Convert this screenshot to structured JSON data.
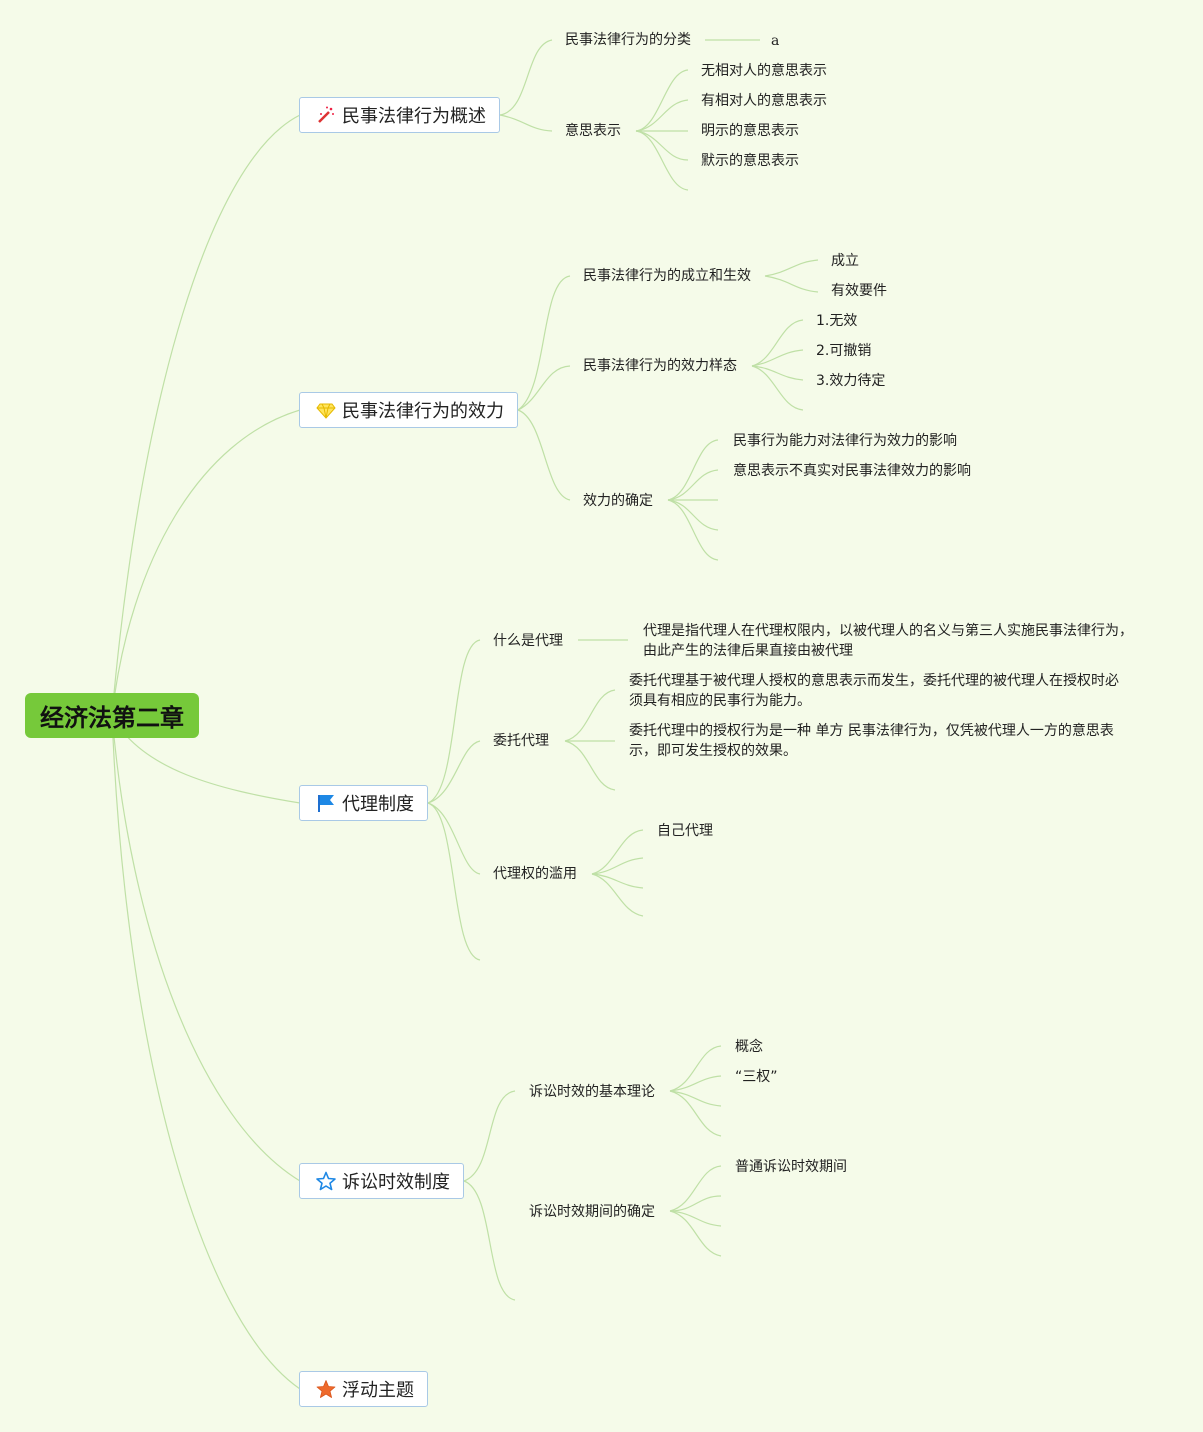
{
  "root": {
    "label": "经济法第二章"
  },
  "branches": {
    "b1": {
      "label": "民事法律行为概述",
      "icon": "wand-icon",
      "c1": "民事法律行为的分类",
      "c1a": "a",
      "c2": "意思表示",
      "c2_items": [
        "无相对人的意思表示",
        "有相对人的意思表示",
        "明示的意思表示",
        "默示的意思表示"
      ]
    },
    "b2": {
      "label": "民事法律行为的效力",
      "icon": "diamond-icon",
      "c1": "民事法律行为的成立和生效",
      "c1_items": [
        "成立",
        "有效要件"
      ],
      "c2": "民事法律行为的效力样态",
      "c2_items": [
        "1.无效",
        "2.可撤销",
        "3.效力待定"
      ],
      "c3": "效力的确定",
      "c3_items": [
        "民事行为能力对法律行为效力的影响",
        "意思表示不真实对民事法律效力的影响"
      ]
    },
    "b3": {
      "label": "代理制度",
      "icon": "flag-icon",
      "c1": "什么是代理",
      "c1_text": [
        "代理是指代理人在代理权限内，以被代理人的名义与第三人实施民事法律行为，",
        "由此产生的法律后果直接由被代理"
      ],
      "c2": "委托代理",
      "c2_t1": [
        "委托代理基于被代理人授权的意思表示而发生，委托代理的被代理人在授权时必",
        "须具有相应的民事行为能力。"
      ],
      "c2_t2": [
        "委托代理中的授权行为是一种 单方 民事法律行为，仅凭被代理人一方的意思表",
        "示，即可发生授权的效果。"
      ],
      "c3": "代理权的滥用",
      "c3_items": [
        "自己代理"
      ]
    },
    "b4": {
      "label": "诉讼时效制度",
      "icon": "star-outline-icon",
      "c1": "诉讼时效的基本理论",
      "c1_items": [
        "概念",
        "“三权”"
      ],
      "c2": "诉讼时效期间的确定",
      "c2_items": [
        "普通诉讼时效期间"
      ]
    },
    "b5": {
      "label": "浮动主题",
      "icon": "star-filled-icon"
    }
  },
  "colors": {
    "background": "#f5fbe9",
    "root": "#76c93a",
    "line": "#bfe0a6",
    "box_border": "#a9c9e6"
  }
}
